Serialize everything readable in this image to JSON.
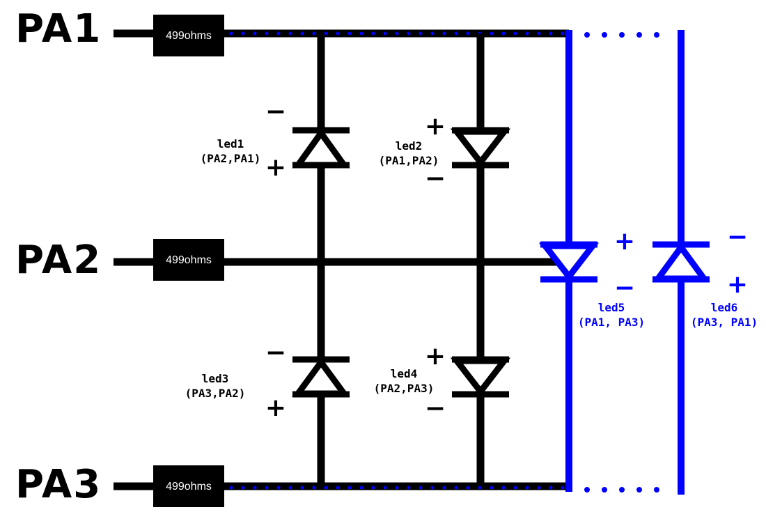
{
  "colors": {
    "wire": "#000000",
    "blue": "#0000ff",
    "resistor_fill": "#000000",
    "resistor_text": "#ffffff"
  },
  "pins": [
    {
      "label": "PA1",
      "resistor": "499ohms"
    },
    {
      "label": "PA2",
      "resistor": "499ohms"
    },
    {
      "label": "PA3",
      "resistor": "499ohms"
    }
  ],
  "leds": [
    {
      "name": "led1",
      "pins": "(PA2,PA1)",
      "top_sign": "−",
      "bottom_sign": "+",
      "color": "black"
    },
    {
      "name": "led2",
      "pins": "(PA1,PA2)",
      "top_sign": "+",
      "bottom_sign": "−",
      "color": "black"
    },
    {
      "name": "led3",
      "pins": "(PA3,PA2)",
      "top_sign": "−",
      "bottom_sign": "+",
      "color": "black"
    },
    {
      "name": "led4",
      "pins": "(PA2,PA3)",
      "top_sign": "+",
      "bottom_sign": "−",
      "color": "black"
    },
    {
      "name": "led5",
      "pins": "(PA1, PA3)",
      "top_sign": "+",
      "bottom_sign": "−",
      "color": "blue"
    },
    {
      "name": "led6",
      "pins": "(PA3, PA1)",
      "top_sign": "−",
      "bottom_sign": "+",
      "color": "blue"
    }
  ]
}
